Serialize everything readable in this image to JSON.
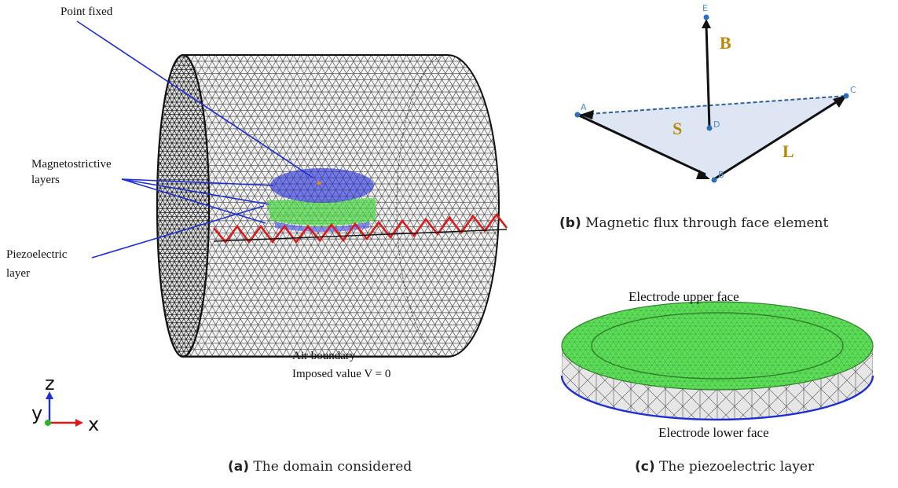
{
  "panel_a": {
    "annotations": {
      "point_fixed": "Point fixed",
      "magnetostrictive_1": "Magnetostrictive",
      "magnetostrictive_2": "layers",
      "piezoelectric_1": "Piezoelectric",
      "piezoelectric_2": "layer",
      "air_boundary_1": "Air boundary",
      "air_boundary_2": "Imposed value V = 0"
    },
    "axes": {
      "z": "z",
      "y": "y",
      "x": "x"
    },
    "caption": {
      "label": "(a)",
      "text": "The domain considered"
    }
  },
  "panel_b": {
    "points": {
      "A": "A",
      "B": "B",
      "C": "C",
      "D": "D",
      "E": "E"
    },
    "symbols": {
      "B": "B",
      "S": "S",
      "L": "L"
    },
    "caption": {
      "label": "(b)",
      "text": "Magnetic flux through face element"
    }
  },
  "panel_c": {
    "upper": "Electrode upper face",
    "lower": "Electrode lower face",
    "caption": {
      "label": "(c)",
      "text": "The piezoelectric layer"
    }
  },
  "colors": {
    "mesh": "#1a1a1a",
    "leader": "#1f2fd6",
    "magnetostrictive": "#5a63e8",
    "piezo_green": "#5fe05a",
    "boundary_red": "#e01818",
    "vector_point": "#2d6fb8",
    "face_fill": "#dde6f2",
    "label_gold": "#b8860b"
  }
}
